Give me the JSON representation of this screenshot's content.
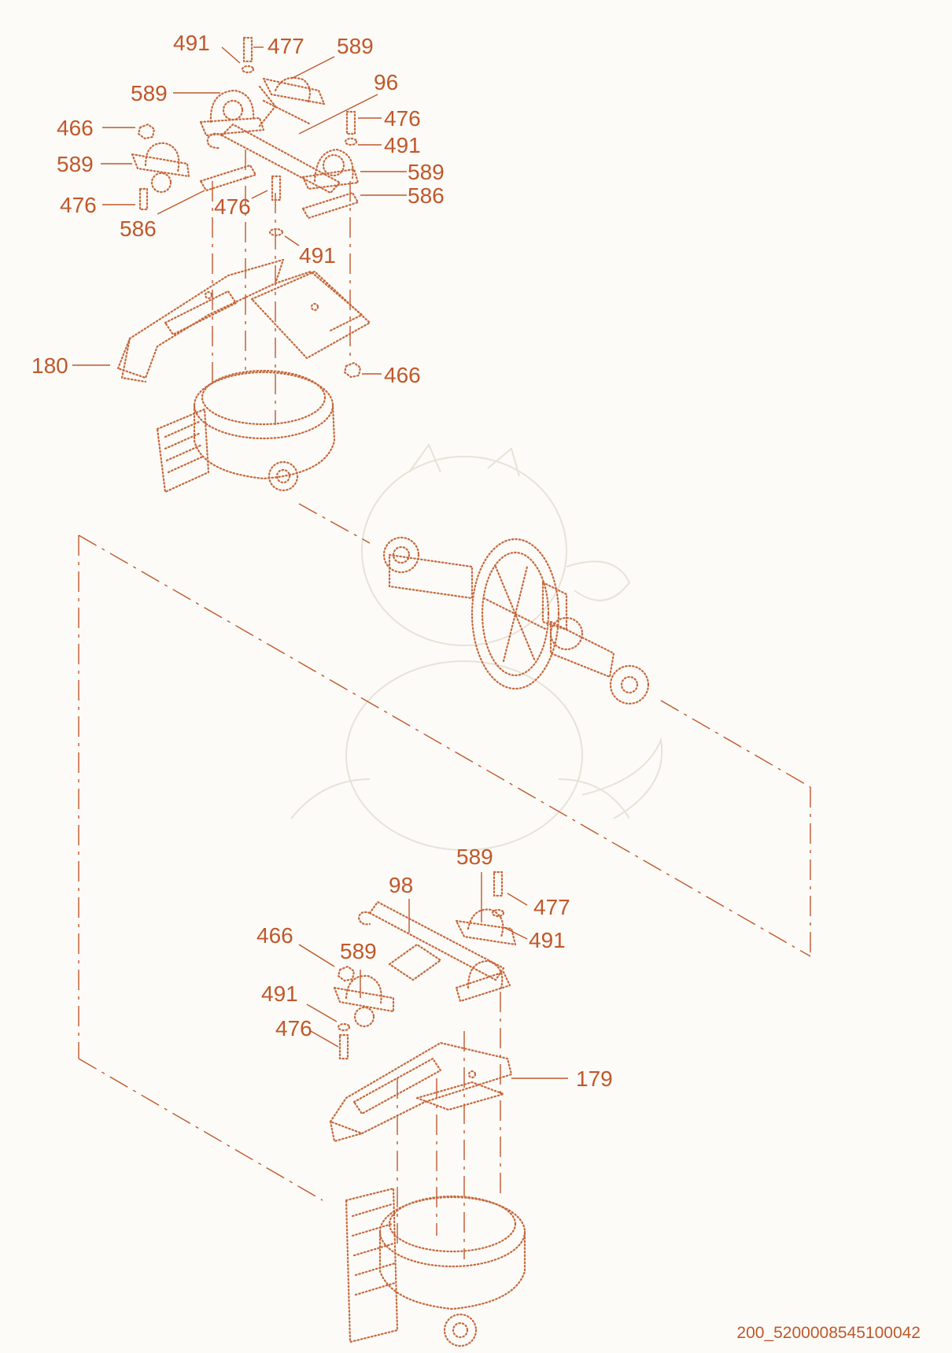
{
  "colors": {
    "accent": "#c0582a",
    "background": "#fcfbf8"
  },
  "callouts": [
    {
      "id": "c1",
      "text": "491"
    },
    {
      "id": "c2",
      "text": "477"
    },
    {
      "id": "c3",
      "text": "589"
    },
    {
      "id": "c4",
      "text": "589"
    },
    {
      "id": "c5",
      "text": "96"
    },
    {
      "id": "c6",
      "text": "476"
    },
    {
      "id": "c7",
      "text": "466"
    },
    {
      "id": "c8",
      "text": "491"
    },
    {
      "id": "c9",
      "text": "589"
    },
    {
      "id": "c10",
      "text": "589"
    },
    {
      "id": "c11",
      "text": "586"
    },
    {
      "id": "c12",
      "text": "476"
    },
    {
      "id": "c13",
      "text": "476"
    },
    {
      "id": "c14",
      "text": "586"
    },
    {
      "id": "c15",
      "text": "491"
    },
    {
      "id": "c16",
      "text": "180"
    },
    {
      "id": "c17",
      "text": "466"
    },
    {
      "id": "c18",
      "text": "589"
    },
    {
      "id": "c19",
      "text": "98"
    },
    {
      "id": "c20",
      "text": "477"
    },
    {
      "id": "c21",
      "text": "466"
    },
    {
      "id": "c22",
      "text": "491"
    },
    {
      "id": "c23",
      "text": "589"
    },
    {
      "id": "c24",
      "text": "491"
    },
    {
      "id": "c25",
      "text": "476"
    },
    {
      "id": "c26",
      "text": "179"
    }
  ],
  "drawing_code": "200_5200008545100042"
}
